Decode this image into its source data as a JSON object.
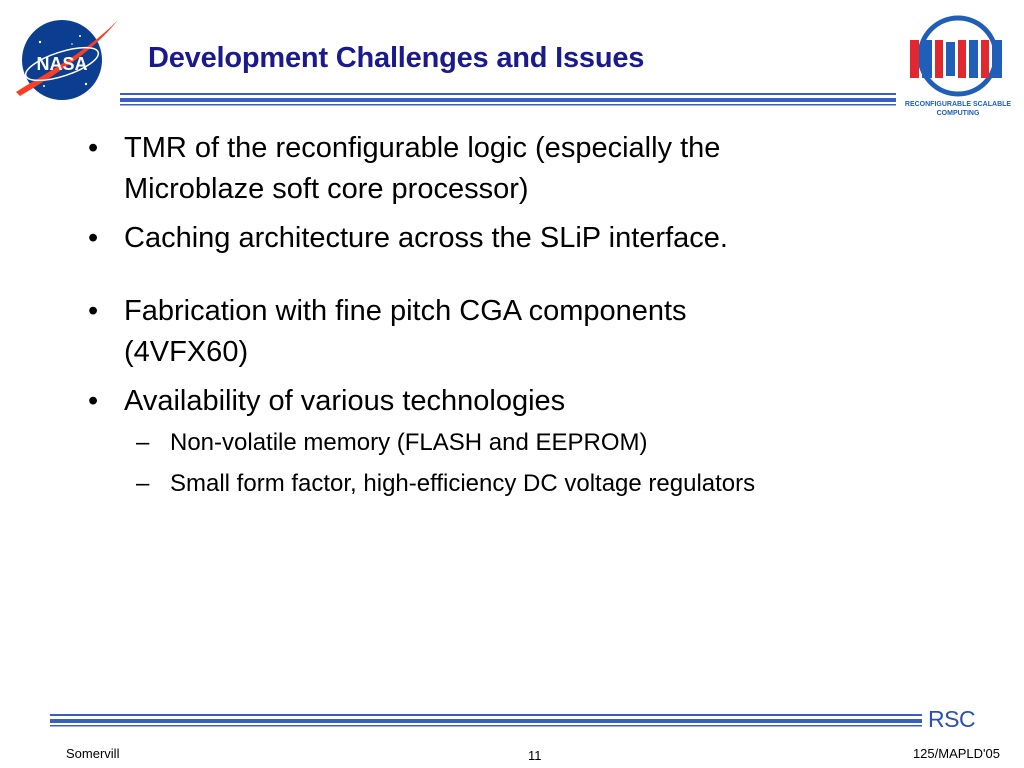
{
  "slide": {
    "title": "Development Challenges and Issues",
    "bullets": [
      {
        "lines": [
          "TMR of the reconfigurable logic (especially the",
          "Microblaze soft core processor)"
        ]
      },
      {
        "lines": [
          "Caching architecture across the SLiP interface."
        ]
      },
      {
        "lines": [
          "Fabrication with fine pitch CGA components",
          "(4VFX60)"
        ]
      },
      {
        "lines": [
          "Availability of various technologies"
        ],
        "sub": [
          "Non-volatile memory (FLASH and EEPROM)",
          "Small form factor, high-efficiency DC voltage regulators"
        ]
      }
    ]
  },
  "logos": {
    "nasa": {
      "text": "NASA",
      "icon": "nasa-meatball-logo"
    },
    "rsc": {
      "line1": "RECONFIGURABLE SCALABLE",
      "line2": "COMPUTING",
      "icon": "rsc-logo"
    }
  },
  "footer": {
    "rsc_label": "RSC",
    "author": "Somervill",
    "page_number": "11",
    "event": "125/MAPLD'05"
  },
  "colors": {
    "title": "#1a1a8c",
    "rule_blue": "#3b5fc0",
    "nasa_blue": "#0b3d91",
    "nasa_red": "#fc3d21",
    "rsc_red": "#e0282e",
    "rsc_blue": "#1f5fb8"
  }
}
